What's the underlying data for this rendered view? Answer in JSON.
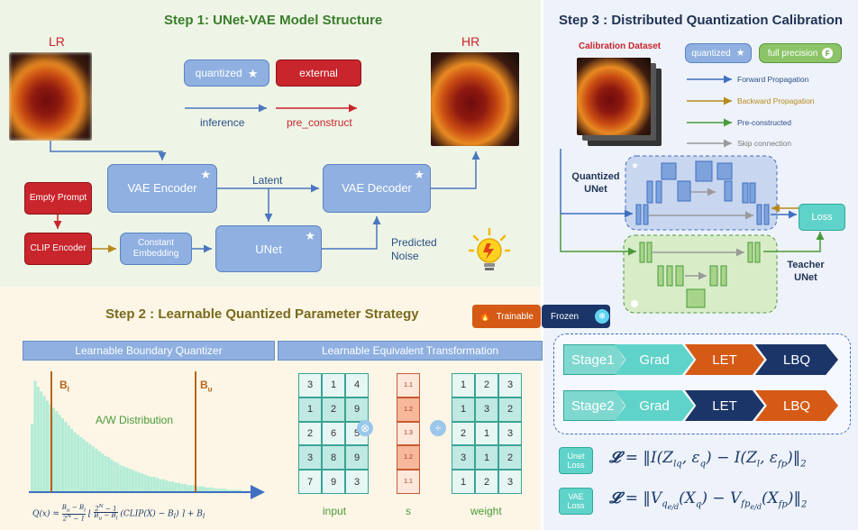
{
  "step1": {
    "title": "Step 1:   UNet-VAE Model Structure",
    "lr_label": "LR",
    "hr_label": "HR",
    "legend_quantized": "quantized",
    "legend_external": "external",
    "legend_inference": "inference",
    "legend_preconstruct": "pre_construct",
    "empty_prompt": "Empty Prompt",
    "clip_encoder": "CLIP Encoder",
    "constant_embedding": "Constant Embedding",
    "vae_encoder": "VAE Encoder",
    "vae_decoder": "VAE Decoder",
    "unet": "UNet",
    "latent": "Latent",
    "predicted_noise": "Predicted Noise"
  },
  "step2": {
    "title": "Step 2 : Learnable Quantized Parameter Strategy",
    "trainable": "Trainable",
    "frozen": "Frozen",
    "lbq_header": "Learnable Boundary Quantizer",
    "let_header": "Learnable Equivalent Transformation",
    "bl": "B_l",
    "bu": "B_u",
    "distribution": "A/W Distribution",
    "input_label": "input",
    "s_label": "s",
    "weight_label": "weight",
    "input_matrix": [
      [
        "3",
        "1",
        "4"
      ],
      [
        "1",
        "2",
        "9"
      ],
      [
        "2",
        "6",
        "5"
      ],
      [
        "3",
        "8",
        "9"
      ],
      [
        "7",
        "9",
        "3"
      ]
    ],
    "s_values": [
      "1.1",
      "1.2",
      "1.3",
      "1.2",
      "1.1"
    ],
    "weight_matrix": [
      [
        "1",
        "2",
        "3"
      ],
      [
        "1",
        "3",
        "2"
      ],
      [
        "2",
        "1",
        "3"
      ],
      [
        "3",
        "1",
        "2"
      ],
      [
        "1",
        "2",
        "3"
      ]
    ],
    "histogram": [
      0.58,
      0.95,
      0.9,
      0.86,
      0.82,
      0.78,
      0.75,
      0.72,
      0.69,
      0.66,
      0.63,
      0.6,
      0.57,
      0.54,
      0.51,
      0.49,
      0.47,
      0.45,
      0.43,
      0.41,
      0.39,
      0.37,
      0.35,
      0.33,
      0.31,
      0.3,
      0.28,
      0.26,
      0.25,
      0.23,
      0.22,
      0.21,
      0.2,
      0.19,
      0.18,
      0.17,
      0.16,
      0.15,
      0.14,
      0.13,
      0.13,
      0.12,
      0.11,
      0.11,
      0.1,
      0.09,
      0.09,
      0.08,
      0.08,
      0.07,
      0.07,
      0.06,
      0.06,
      0.06,
      0.05,
      0.05,
      0.05,
      0.04,
      0.04,
      0.04,
      0.03,
      0.03,
      0.03,
      0.03,
      0.02,
      0.02,
      0.02,
      0.02,
      0.02,
      0.01,
      0.01,
      0.01,
      0.01,
      0.01,
      0.01,
      0.01
    ]
  },
  "step3": {
    "title": "Step 3 : Distributed Quantization Calibration",
    "calibration_dataset": "Calibration Dataset",
    "legend_quantized": "quantized",
    "legend_full_precision": "full precision",
    "forward": "Forward Propagation",
    "backward": "Backward Propagation",
    "preconstructed": "Pre-constructed",
    "skip": "Skip connection",
    "quantized_unet": "Quantized UNet",
    "teacher_unet": "Teacher UNet",
    "loss": "Loss",
    "stage1": [
      "Stage1",
      "Grad",
      "LET",
      "LBQ"
    ],
    "stage2": [
      "Stage2",
      "Grad",
      "LET",
      "LBQ"
    ],
    "unet_loss_badge": "Unet Loss",
    "vae_loss_badge": "VAE Loss"
  },
  "colors": {
    "blue_box": "#8fb0e0",
    "red_box": "#c9252c",
    "teal": "#5fd3c9",
    "orange": "#d55a15",
    "navy": "#1c3568",
    "green": "#5a9a3a"
  }
}
